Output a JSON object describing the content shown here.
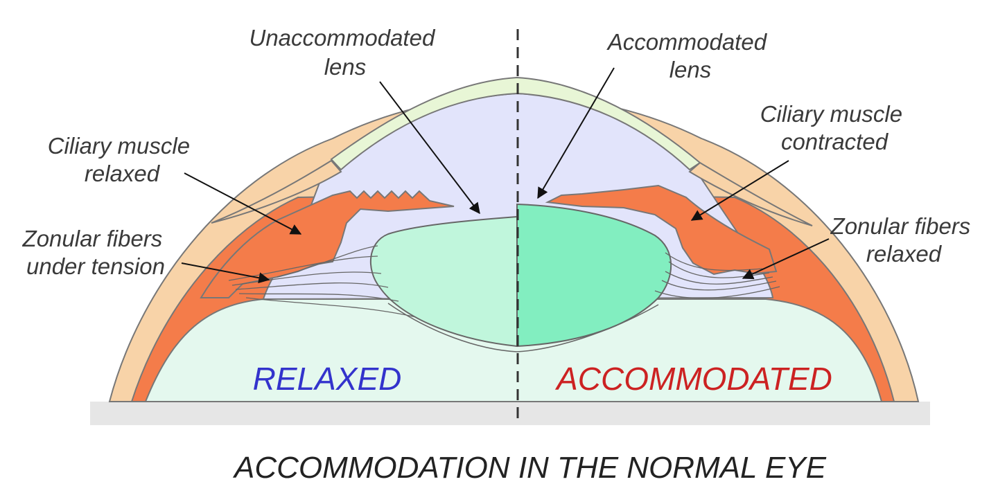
{
  "labels": {
    "unaccommodated_lens": [
      "Unaccommodated",
      "lens"
    ],
    "accommodated_lens": [
      "Accommodated",
      "lens"
    ],
    "ciliary_relaxed": [
      "Ciliary muscle",
      "relaxed"
    ],
    "ciliary_contracted": [
      "Ciliary muscle",
      "contracted"
    ],
    "zonular_tension": [
      "Zonular fibers",
      "under tension"
    ],
    "zonular_relaxed": [
      "Zonular fibers",
      "relaxed"
    ]
  },
  "states": {
    "relaxed": "RELAXED",
    "accommodated": "ACCOMMODATED"
  },
  "caption": "ACCOMMODATION IN THE NORMAL EYE",
  "colors": {
    "relaxed_text": "#3333cc",
    "accommodated_text": "#cc2222",
    "sclera": "#f8d3a8",
    "ciliary_muscle": "#f47c4a",
    "lens_relaxed": "#c0f6dc",
    "lens_accommodated": "#82eec0",
    "aqueous": "#e2e4fb",
    "vitreous": "#e4f8ee",
    "cornea": "#e8f6d6",
    "base": "#e6e6e6"
  }
}
